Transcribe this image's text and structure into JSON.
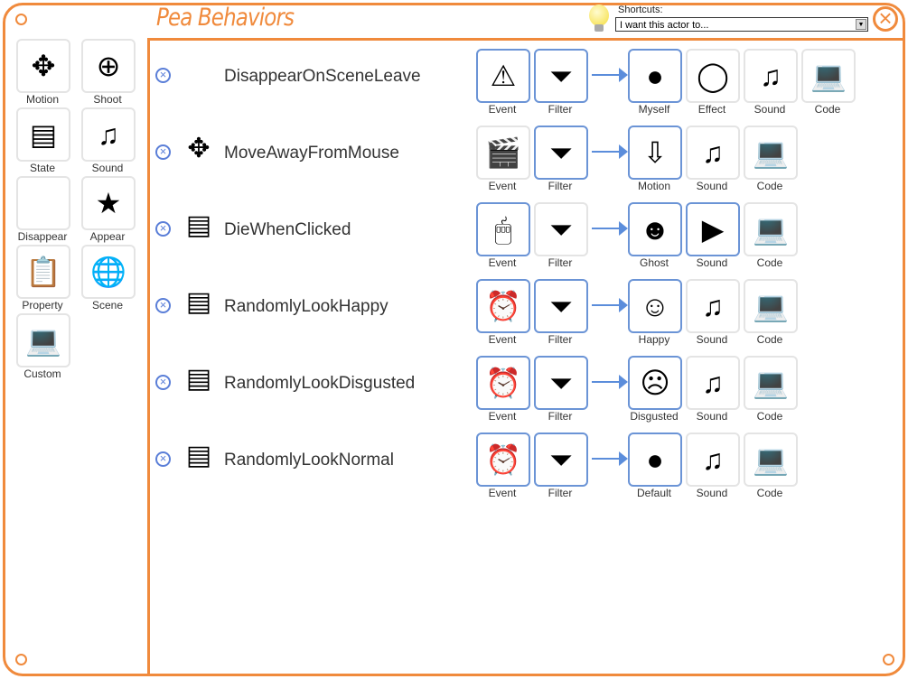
{
  "title": "Pea Behaviors",
  "shortcuts": {
    "label": "Shortcuts:",
    "value": "I want this actor to..."
  },
  "colors": {
    "accent": "#f08a3c",
    "select": "#6b94d6"
  },
  "palette": [
    {
      "label": "Motion",
      "icon": "motion-arrows-icon",
      "glyph": "✥"
    },
    {
      "label": "Shoot",
      "icon": "crosshair-icon",
      "glyph": "⊕"
    },
    {
      "label": "State",
      "icon": "state-tree-icon",
      "glyph": "▤"
    },
    {
      "label": "Sound",
      "icon": "music-cd-icon",
      "glyph": "♫"
    },
    {
      "label": "Disappear",
      "icon": "shadow-icon",
      "glyph": ""
    },
    {
      "label": "Appear",
      "icon": "star-icon",
      "glyph": "★"
    },
    {
      "label": "Property",
      "icon": "clipboard-icon",
      "glyph": "📋"
    },
    {
      "label": "Scene",
      "icon": "globe-icon",
      "glyph": "🌐"
    },
    {
      "label": "Custom",
      "icon": "laptop-icon",
      "glyph": "💻"
    }
  ],
  "behaviors": [
    {
      "name": "DisappearOnSceneLeave",
      "icon": "shadow-icon",
      "glyph": "",
      "cond": [
        {
          "label": "Event",
          "icon": "caution-icon",
          "glyph": "⚠",
          "sel": true
        },
        {
          "label": "Filter",
          "icon": "funnel-icon",
          "glyph": "⏷",
          "sel": true
        }
      ],
      "act": [
        {
          "label": "Myself",
          "icon": "green-face-icon",
          "glyph": "●",
          "sel": true
        },
        {
          "label": "Effect",
          "icon": "crystal-ball-icon",
          "glyph": "◯",
          "sel": false
        },
        {
          "label": "Sound",
          "icon": "music-cd-icon",
          "glyph": "♫",
          "sel": false
        },
        {
          "label": "Code",
          "icon": "laptop-icon",
          "glyph": "💻",
          "sel": false
        }
      ]
    },
    {
      "name": "MoveAwayFromMouse",
      "icon": "motion-arrows-icon",
      "glyph": "✥",
      "cond": [
        {
          "label": "Event",
          "icon": "clapperboard-icon",
          "glyph": "🎬",
          "sel": false
        },
        {
          "label": "Filter",
          "icon": "funnel-icon",
          "glyph": "⏷",
          "sel": true
        }
      ],
      "act": [
        {
          "label": "Motion",
          "icon": "down-arrow-icon",
          "glyph": "⇩",
          "sel": true
        },
        {
          "label": "Sound",
          "icon": "music-cd-icon",
          "glyph": "♫",
          "sel": false
        },
        {
          "label": "Code",
          "icon": "laptop-icon",
          "glyph": "💻",
          "sel": false
        }
      ]
    },
    {
      "name": "DieWhenClicked",
      "icon": "state-tree-icon",
      "glyph": "▤",
      "cond": [
        {
          "label": "Event",
          "icon": "mouse-icon",
          "glyph": "🖱",
          "sel": true
        },
        {
          "label": "Filter",
          "icon": "funnel-icon",
          "glyph": "⏷",
          "sel": false
        }
      ],
      "act": [
        {
          "label": "Ghost",
          "icon": "ghost-icon",
          "glyph": "☻",
          "sel": true
        },
        {
          "label": "Sound",
          "icon": "play-icon",
          "glyph": "▶",
          "sel": true
        },
        {
          "label": "Code",
          "icon": "laptop-icon",
          "glyph": "💻",
          "sel": false
        }
      ]
    },
    {
      "name": "RandomlyLookHappy",
      "icon": "state-tree-icon",
      "glyph": "▤",
      "cond": [
        {
          "label": "Event",
          "icon": "alarm-clock-icon",
          "glyph": "⏰",
          "sel": true
        },
        {
          "label": "Filter",
          "icon": "funnel-icon",
          "glyph": "⏷",
          "sel": true
        }
      ],
      "act": [
        {
          "label": "Happy",
          "icon": "happy-face-icon",
          "glyph": "☺",
          "sel": true
        },
        {
          "label": "Sound",
          "icon": "music-cd-icon",
          "glyph": "♫",
          "sel": false
        },
        {
          "label": "Code",
          "icon": "laptop-icon",
          "glyph": "💻",
          "sel": false
        }
      ]
    },
    {
      "name": "RandomlyLookDisgusted",
      "icon": "state-tree-icon",
      "glyph": "▤",
      "cond": [
        {
          "label": "Event",
          "icon": "alarm-clock-icon",
          "glyph": "⏰",
          "sel": true
        },
        {
          "label": "Filter",
          "icon": "funnel-icon",
          "glyph": "⏷",
          "sel": true
        }
      ],
      "act": [
        {
          "label": "Disgusted",
          "icon": "disgusted-face-icon",
          "glyph": "☹",
          "sel": true
        },
        {
          "label": "Sound",
          "icon": "music-cd-icon",
          "glyph": "♫",
          "sel": false
        },
        {
          "label": "Code",
          "icon": "laptop-icon",
          "glyph": "💻",
          "sel": false
        }
      ]
    },
    {
      "name": "RandomlyLookNormal",
      "icon": "state-tree-icon",
      "glyph": "▤",
      "cond": [
        {
          "label": "Event",
          "icon": "alarm-clock-icon",
          "glyph": "⏰",
          "sel": true
        },
        {
          "label": "Filter",
          "icon": "funnel-icon",
          "glyph": "⏷",
          "sel": true
        }
      ],
      "act": [
        {
          "label": "Default",
          "icon": "green-face-icon",
          "glyph": "●",
          "sel": true
        },
        {
          "label": "Sound",
          "icon": "music-cd-icon",
          "glyph": "♫",
          "sel": false
        },
        {
          "label": "Code",
          "icon": "laptop-icon",
          "glyph": "💻",
          "sel": false
        }
      ]
    }
  ]
}
